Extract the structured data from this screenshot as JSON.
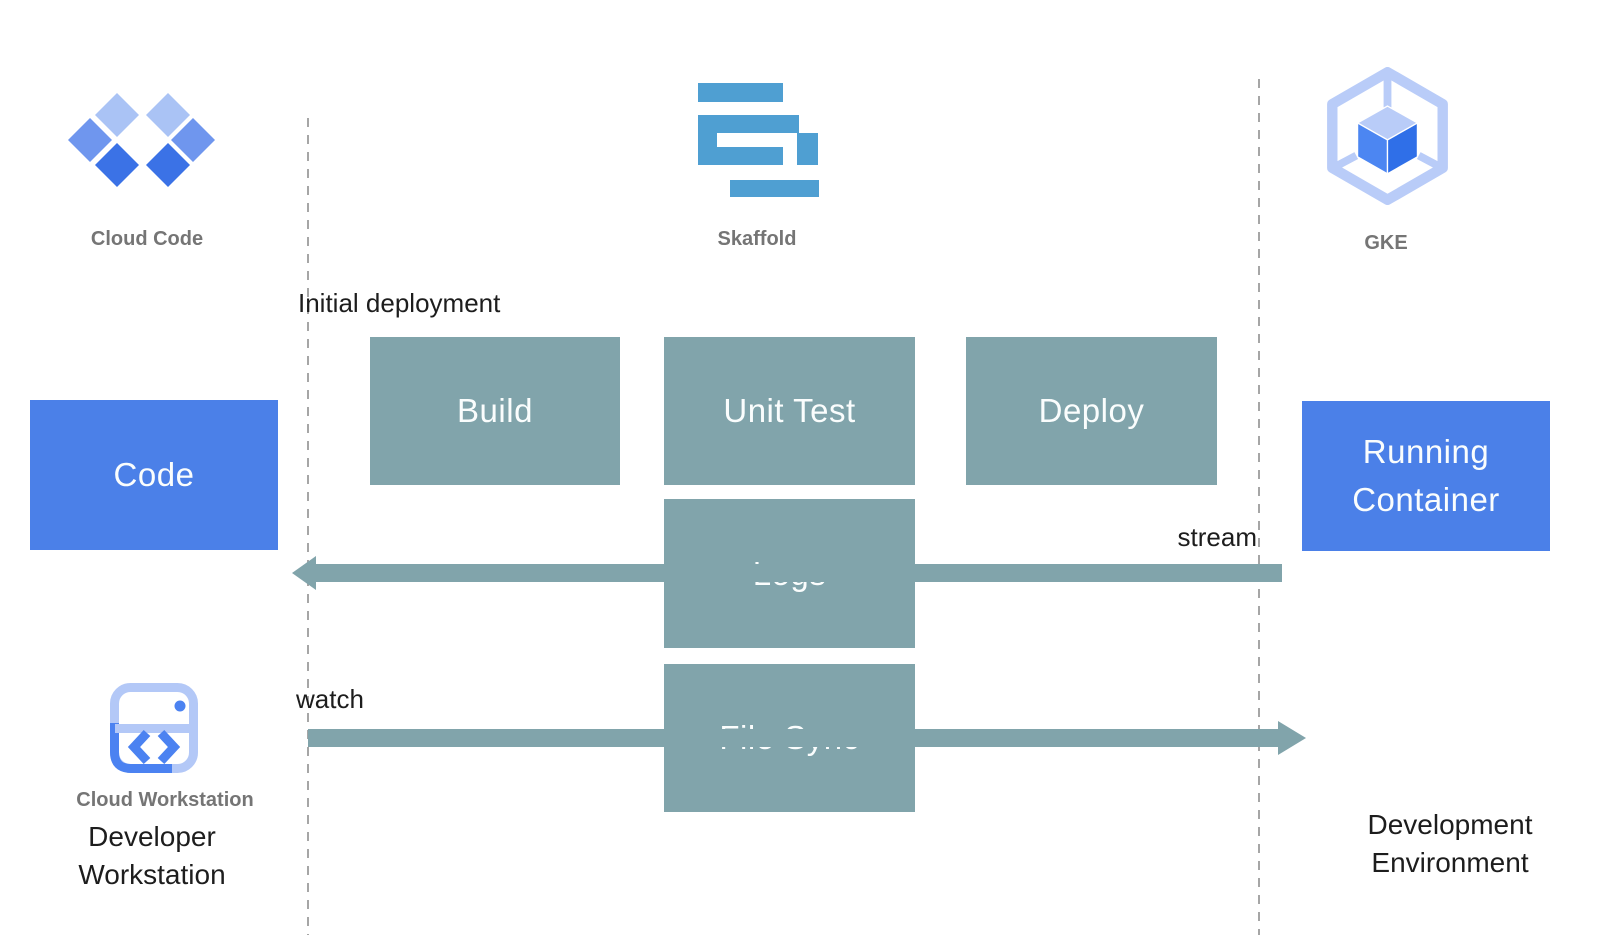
{
  "tools": [
    {
      "id": "cloud-code",
      "label": "Cloud Code"
    },
    {
      "id": "skaffold",
      "label": "Skaffold"
    },
    {
      "id": "gke",
      "label": "GKE"
    }
  ],
  "nodes": {
    "code": "Code",
    "build": "Build",
    "unit_test": "Unit Test",
    "deploy": "Deploy",
    "logs": "Logs",
    "file_sync": "File Sync",
    "running_container": "Running Container"
  },
  "labels": {
    "initial_deployment": "Initial deployment",
    "stream": "stream",
    "watch": "watch",
    "cloud_workstation": "Cloud Workstation",
    "developer_workstation": "Developer Workstation",
    "development_environment": "Development Environment"
  },
  "colors": {
    "primary_blue": "#4b80e8",
    "process_teal": "#81a4ab",
    "skaffold_blue": "#4f9fd2",
    "cloud_code_light": "#aac3f5",
    "cloud_code_medium": "#6f96ee",
    "cloud_code_dark": "#3b72e6",
    "gke_outline": "#b9ccf8",
    "cube_left": "#4c86f2",
    "cube_right": "#2f6fe8",
    "workstation_blue": "#4b82f1",
    "workstation_light": "#b3c8f7",
    "label_gray": "#757575",
    "text_black": "#1d1d1d",
    "dash_gray": "#a6a6a6"
  }
}
